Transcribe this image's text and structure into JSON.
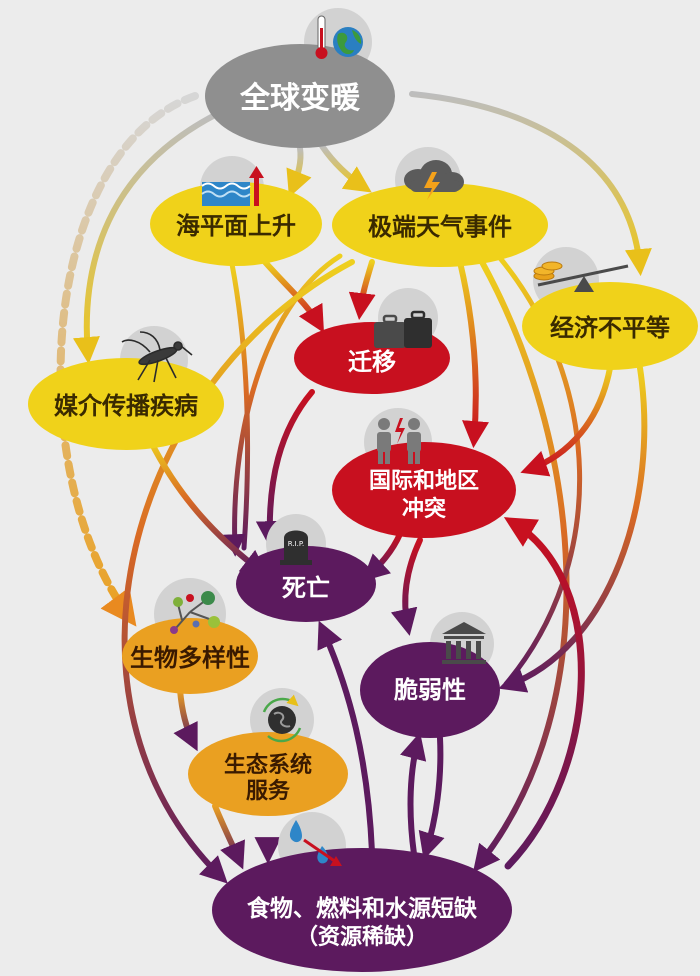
{
  "nodes": {
    "global_warming": {
      "label": "全球变暖",
      "icon": "thermometer-globe-icon"
    },
    "sea_level": {
      "label": "海平面上升",
      "icon": "sea-level-rising-icon"
    },
    "extreme_weather": {
      "label": "极端天气事件",
      "icon": "storm-cloud-icon"
    },
    "inequality": {
      "label": "经济不平等",
      "icon": "seesaw-coins-icon"
    },
    "vector_disease": {
      "label": "媒介传播疾病",
      "icon": "mosquito-icon"
    },
    "migration": {
      "label": "迁移",
      "icon": "suitcases-icon"
    },
    "conflict": {
      "label_line1": "国际和地区",
      "label_line2": "冲突",
      "icon": "conflict-people-icon"
    },
    "death": {
      "label": "死亡",
      "icon": "tombstone-icon",
      "tombstone_text": "R.I.P."
    },
    "biodiversity": {
      "label": "生物多样性",
      "icon": "branching-species-icon"
    },
    "vulnerability": {
      "label": "脆弱性",
      "icon": "institution-building-icon"
    },
    "ecosystem": {
      "label_line1": "生态系统",
      "label_line2": "服务",
      "icon": "globe-cycle-icon"
    },
    "scarcity": {
      "label_line1": "食物、燃料和水源短缺",
      "label_line2": "（资源稀缺）",
      "icon": "water-drops-icon"
    }
  },
  "colors": {
    "background": "#ececec",
    "grey": "#8f8f8f",
    "yellow": "#f0d21a",
    "orange": "#eaa021",
    "red": "#c8101f",
    "purple": "#5c1a5e",
    "icon_circle": "#d2d2d2"
  }
}
